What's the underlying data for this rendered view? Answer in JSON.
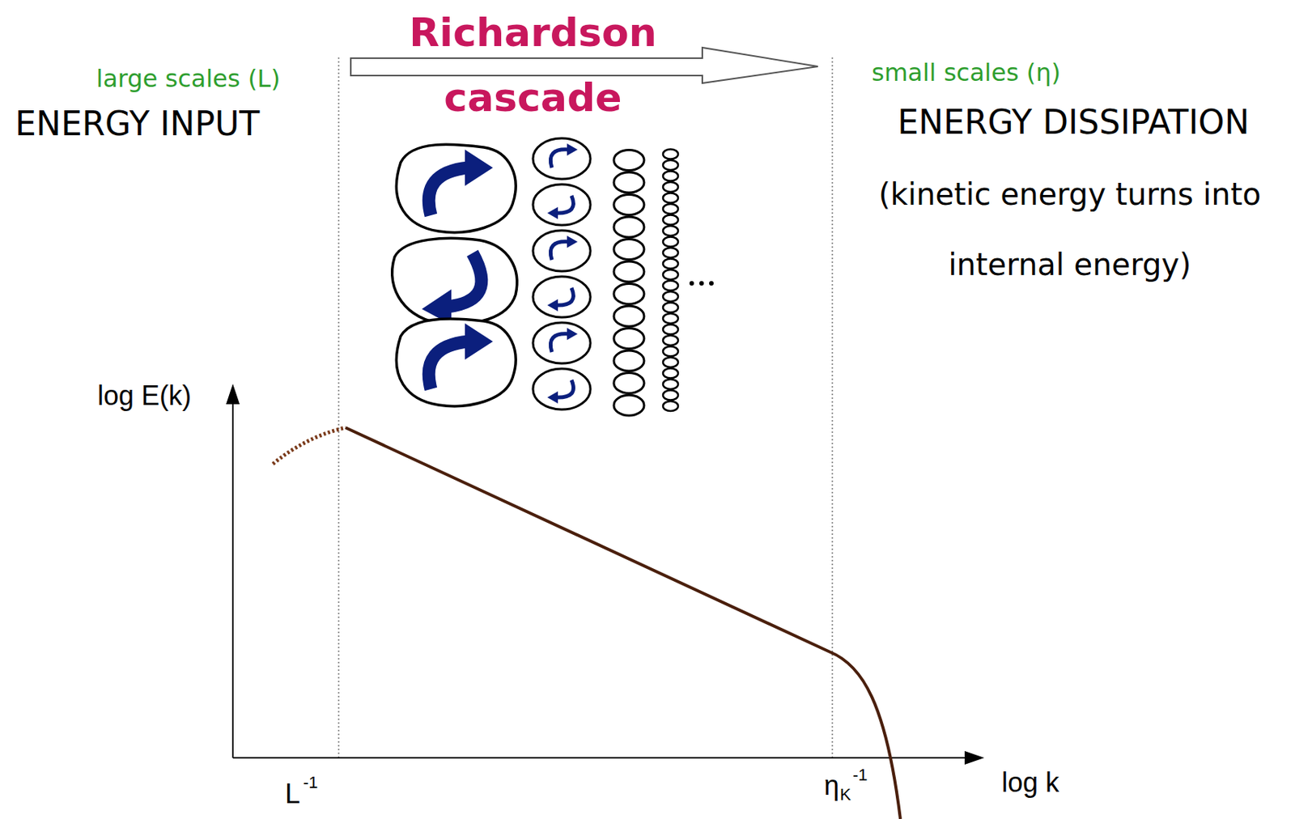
{
  "diagram": {
    "labels": [
      "Richardson cascade",
      "large scales (L)",
      "ENERGY INPUT",
      "small scales (η)",
      "ENERGY DISSIPATION",
      "(kinetic energy turns into internal energy)",
      "log E(k)",
      "L",
      "-1",
      "η",
      "K",
      "-1",
      "log k"
    ]
  }
}
